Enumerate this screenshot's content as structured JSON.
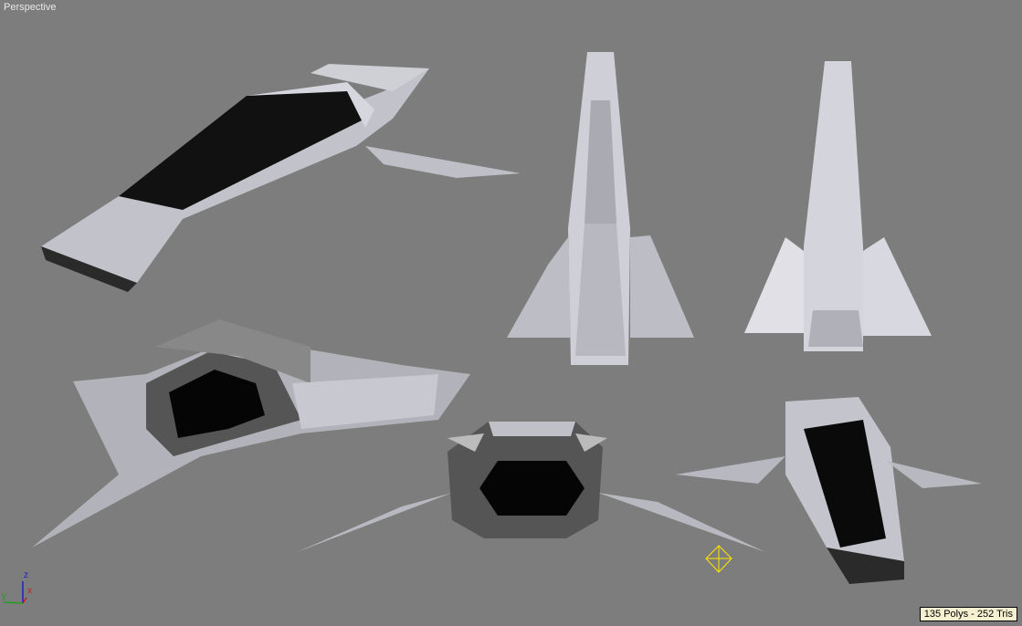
{
  "viewport": {
    "label": "Perspective"
  },
  "stats": {
    "text": "135 Polys - 252 Tris"
  },
  "axis": {
    "x": "x",
    "y": "y",
    "z": "z"
  },
  "colors": {
    "background": "#7d7d7d",
    "hull_light": "#c8c8d0",
    "hull_dark": "#3a3a3a",
    "light_gizmo": "#ffe800"
  }
}
